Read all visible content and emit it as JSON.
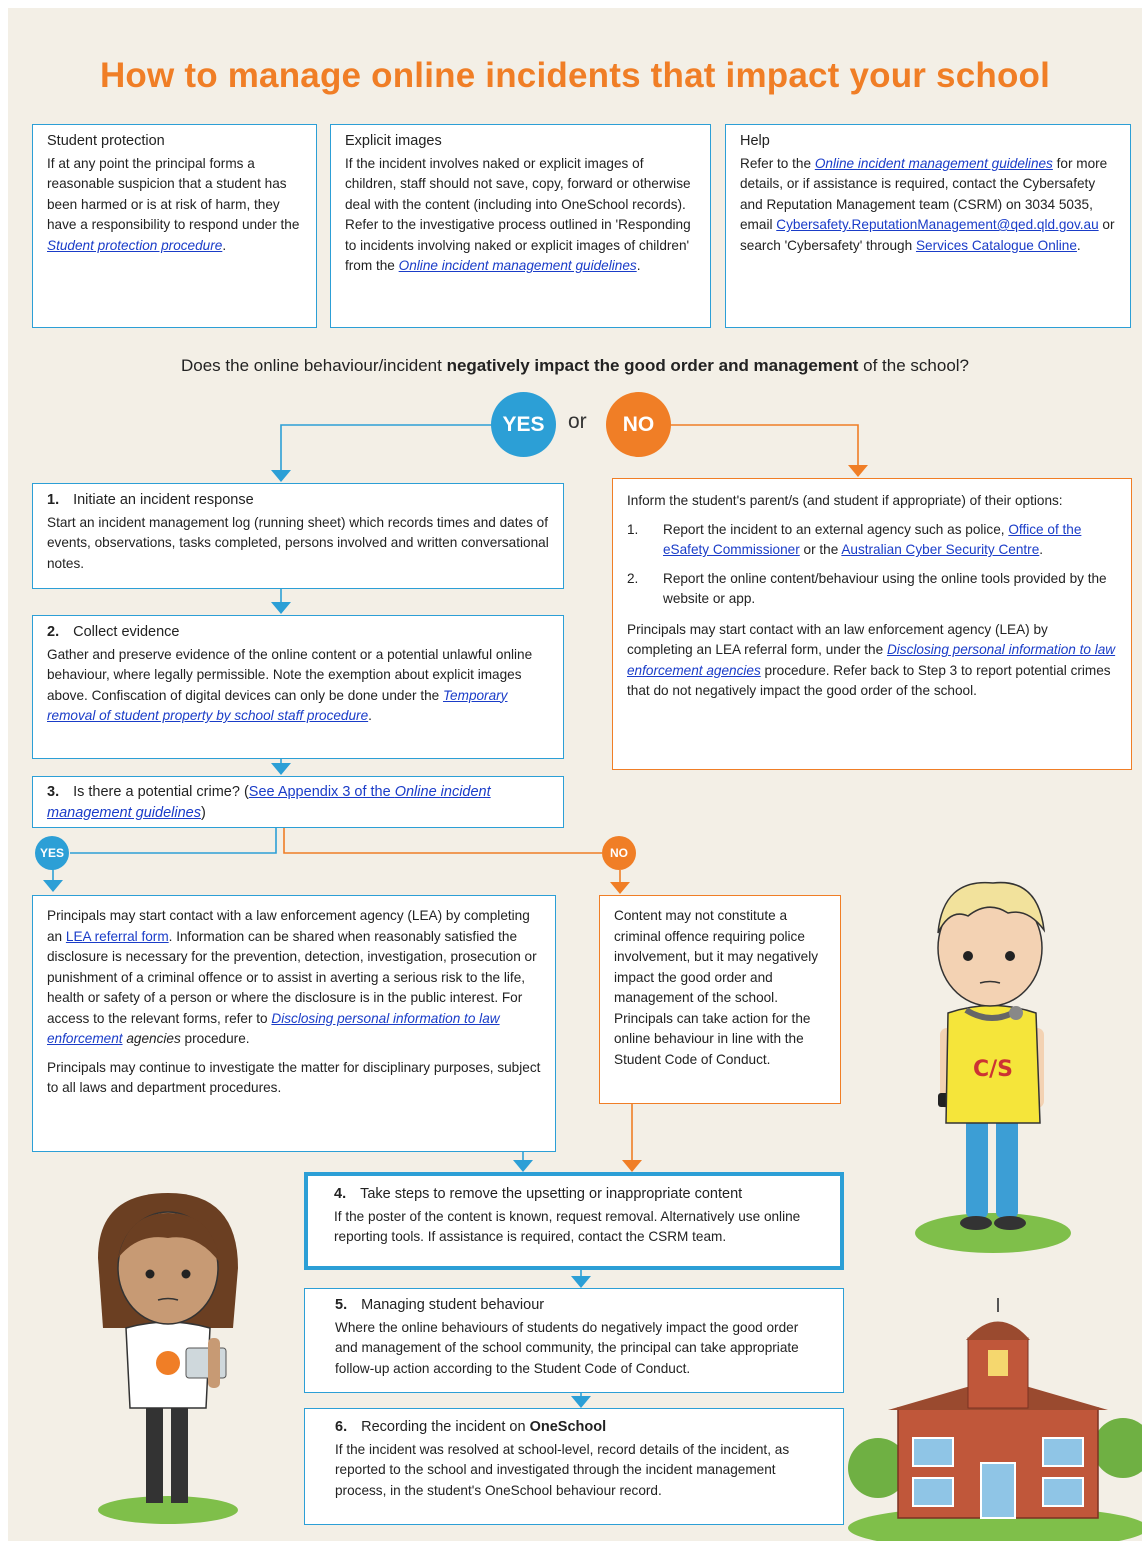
{
  "title": "How to manage online incidents that impact your school",
  "info_boxes": {
    "student_protection": {
      "heading": "Student protection",
      "text": "If at any point the principal forms a reasonable suspicion that a student has been harmed or is at risk of harm, they have a responsibility to respond under the ",
      "link": "Student protection procedure",
      "end": "."
    },
    "explicit_images": {
      "heading": "Explicit images",
      "text": "If the incident involves naked or explicit images of children, staff should not save, copy, forward or otherwise deal with the content (including into OneSchool records). Refer to the investigative process outlined in 'Responding to incidents involving naked or explicit images of children' from the ",
      "link": "Online incident management guidelines",
      "end": "."
    },
    "help": {
      "heading": "Help",
      "text_1": "Refer to the ",
      "link_1": "Online incident management guidelines",
      "text_2": " for more details, or if assistance is required, contact the Cybersafety and Reputation Management team (CSRM) on 3034 5035, email ",
      "email": "Cybersafety.ReputationManagement@qed.qld.gov.au",
      "text_3": " or search 'Cybersafety' through ",
      "link_2": "Services Catalogue Online",
      "end": "."
    }
  },
  "question": {
    "pre": "Does the online behaviour/incident ",
    "bold": "negatively impact the good order and management",
    "post": " of the school?"
  },
  "decision": {
    "yes": "YES",
    "or": "or",
    "no": "NO"
  },
  "steps": {
    "step1": {
      "number": "1.",
      "title": "Initiate an incident response",
      "text": "Start an incident management log (running sheet) which records times and dates of events, observations, tasks completed, persons involved and written conversational notes."
    },
    "step2": {
      "number": "2.",
      "title": "Collect evidence",
      "text": "Gather and preserve evidence of the online content or a potential unlawful online behaviour, where legally permissible. Note the exemption about explicit images above. Confiscation of digital devices can only be done under the ",
      "link": "Temporary removal of student property by school staff procedure",
      "end": "."
    },
    "step3": {
      "number": "3.",
      "title": "Is there a potential crime? (",
      "link_a": "See Appendix 3 of the ",
      "link_b": "Online incident management guidelines",
      "end": ")"
    },
    "step4": {
      "number": "4.",
      "title": "Take steps to remove the upsetting or inappropriate content",
      "text": "If the poster of the content is known, request removal. Alternatively use online reporting tools. If assistance is required, contact the CSRM team."
    },
    "step5": {
      "number": "5.",
      "title": "Managing student behaviour",
      "text": "Where the online behaviours of students do negatively impact the good order and management of the school community, the principal can take appropriate follow-up action according to the Student Code of Conduct."
    },
    "step6": {
      "number": "6.",
      "title_pre": "Recording the incident on ",
      "title_bold": "OneSchool",
      "text": "If the incident was resolved at school-level, record details of the incident, as reported to the school and investigated through the incident management process, in the student's OneSchool behaviour record."
    }
  },
  "no_path_box": {
    "intro": "Inform the student's parent/s (and student if appropriate) of their options:",
    "item1_num": "1.",
    "item1_text": "Report the incident to an external agency such as police, ",
    "item1_link1": "Office of the eSafety Commissioner",
    "item1_or": " or the ",
    "item1_link2": "Australian Cyber Security Centre",
    "item1_end": ".",
    "item2_num": "2.",
    "item2_text": "Report the online content/behaviour using the online tools provided by the website or app.",
    "para_text": "Principals may start contact with an law enforcement agency (LEA) by completing an LEA referral form, under the ",
    "para_link": "Disclosing personal information to law enforcement agencies",
    "para_end": " procedure. Refer back to Step 3 to report potential crimes that do not negatively impact the good order of the school."
  },
  "crime_yes_box": {
    "text_1": "Principals may start contact with a law enforcement agency (LEA) by completing an ",
    "link_1": "LEA referral form",
    "text_2": ". Information can be shared when reasonably satisfied the disclosure is necessary for the prevention, detection, investigation, prosecution or punishment of a criminal offence or to assist in averting a serious risk to the life, health or safety of a person or where the disclosure is in the public interest. For access to the relevant forms, refer to ",
    "link_2": "Disclosing personal information to law enforcement",
    "text_3": " agencies",
    "text_4": " procedure.",
    "para2": "Principals may continue to investigate the matter for disciplinary purposes, subject to all laws and department procedures."
  },
  "crime_no_box": {
    "text": "Content may not constitute a criminal offence requiring police involvement, but it may negatively impact the good order and management of the school. Principals can take action for the online behaviour in line with the Student Code of Conduct."
  },
  "crime_decision": {
    "yes": "YES",
    "no": "NO"
  },
  "illustrations": {
    "boy_shirt_text": "C/S"
  },
  "colors": {
    "blue": "#2c9fd6",
    "orange": "#f07e26",
    "background": "#f3efe6",
    "link": "#1a3cc8"
  }
}
